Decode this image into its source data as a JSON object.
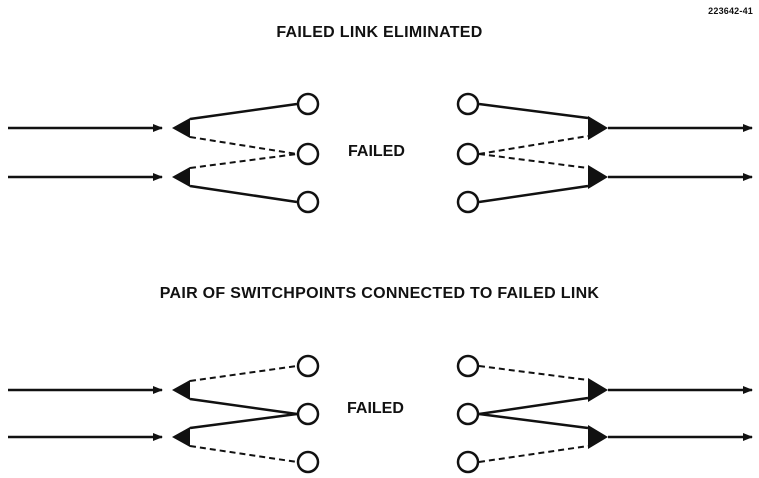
{
  "figure_id": "223642-41",
  "panels": [
    {
      "title": "FAILED LINK ELIMINATED",
      "center_label": "FAILED"
    },
    {
      "title": "PAIR OF SWITCHPOINTS CONNECTED TO FAILED LINK",
      "center_label": "FAILED"
    }
  ],
  "colors": {
    "ink": "#111111",
    "background": "#ffffff"
  }
}
